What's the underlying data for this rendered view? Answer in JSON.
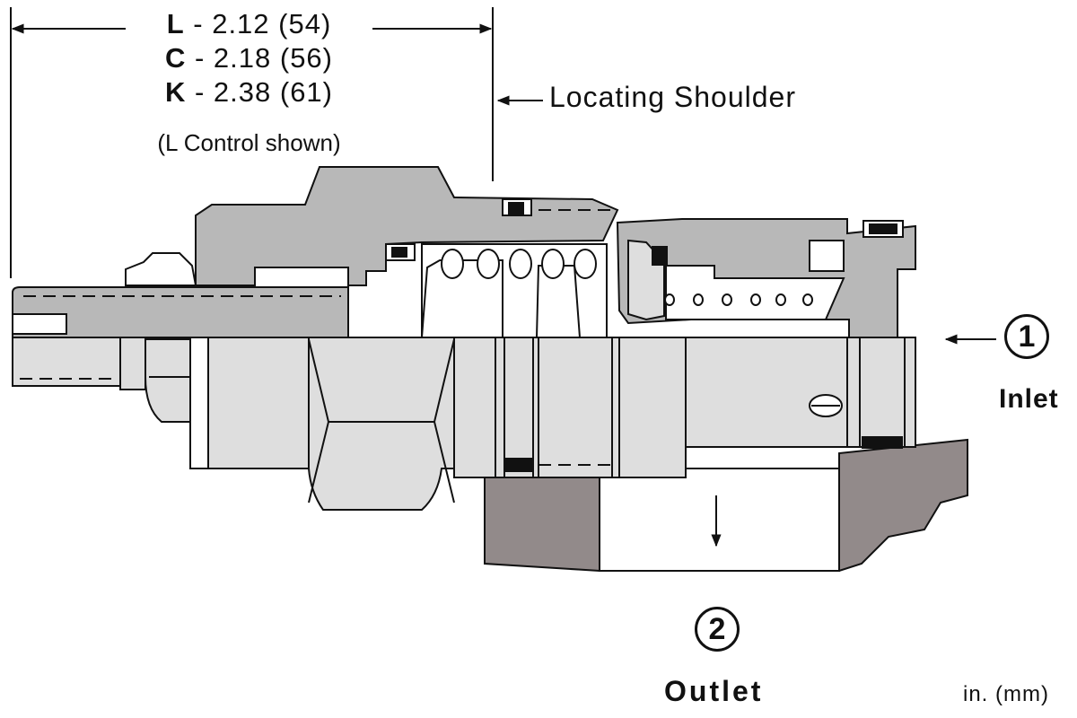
{
  "dimensions": {
    "rows": [
      {
        "letter": "L",
        "value": " - 2.12 (54)"
      },
      {
        "letter": "C",
        "value": " - 2.18 (56)"
      },
      {
        "letter": "K",
        "value": " - 2.38 (61)"
      }
    ],
    "note": "(L Control shown)"
  },
  "callouts": {
    "locating_shoulder": "Locating Shoulder"
  },
  "ports": {
    "inlet": {
      "number": "1",
      "label": "Inlet"
    },
    "outlet": {
      "number": "2",
      "label": "Outlet"
    }
  },
  "units": "in. (mm)",
  "colors": {
    "body_gray": "#b8b8b8",
    "light_gray": "#dedede",
    "manifold": "#928a8a",
    "line": "#111111"
  }
}
